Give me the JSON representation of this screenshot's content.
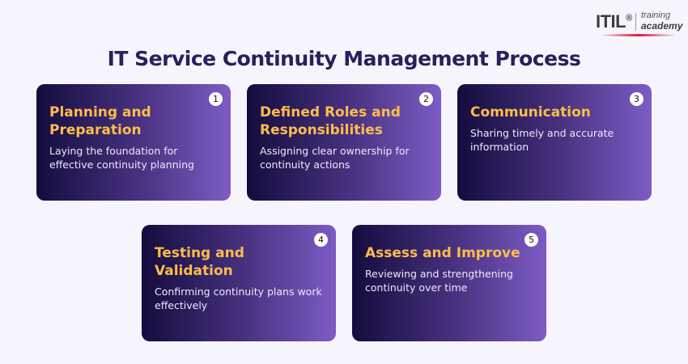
{
  "logo": {
    "brand": "ITIL",
    "mark": "®",
    "line1": "training",
    "line2": "academy"
  },
  "title": "IT Service Continuity Management Process",
  "cards": [
    {
      "num": "1",
      "title": "Planning and Preparation",
      "desc": "Laying the foundation for effective continuity planning"
    },
    {
      "num": "2",
      "title": "Defined Roles and Responsibilities",
      "desc": "Assigning clear ownership for continuity actions"
    },
    {
      "num": "3",
      "title": "Communication",
      "desc": "Sharing timely and accurate information"
    },
    {
      "num": "4",
      "title": "Testing and Validation",
      "desc": "Confirming continuity plans work effectively"
    },
    {
      "num": "5",
      "title": "Assess and Improve",
      "desc": "Reviewing and strengthening continuity over time"
    }
  ]
}
